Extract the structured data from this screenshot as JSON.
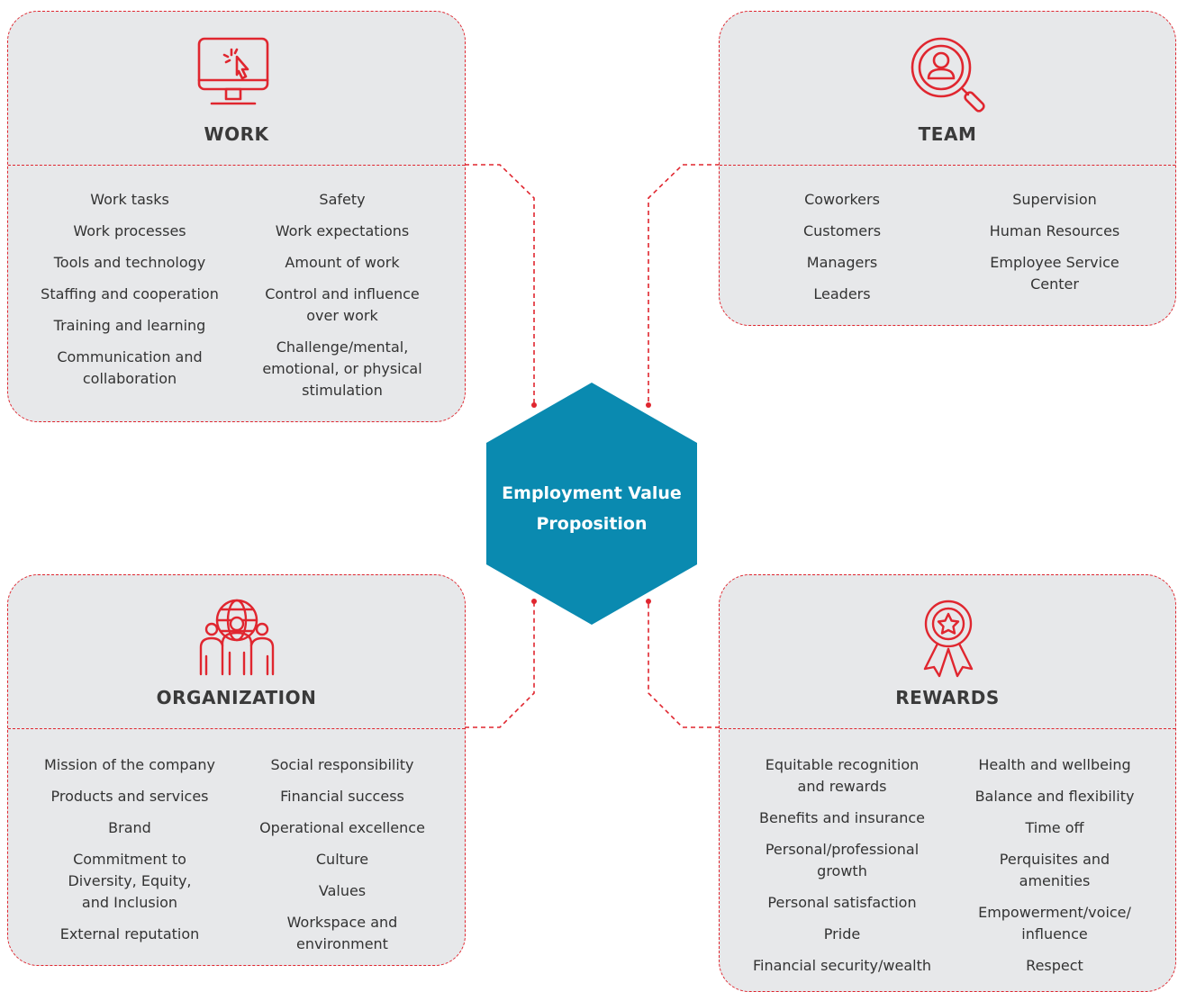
{
  "center": {
    "line1": "Employment Value",
    "line2": "Proposition"
  },
  "colors": {
    "accent": "#e0262f",
    "hexagon": "#0a8ab0",
    "panel_bg": "#e7e8ea"
  },
  "panels": {
    "work": {
      "title": "WORK",
      "icon": "computer-cursor-click-icon",
      "left": [
        "Work tasks",
        "Work processes",
        "Tools and technology",
        "Staffing and cooperation",
        "Training and learning",
        "Communication and collaboration"
      ],
      "right": [
        "Safety",
        "Work expectations",
        "Amount of work",
        "Control and influence over work",
        "Challenge/mental, emotional, or physical stimulation"
      ]
    },
    "team": {
      "title": "TEAM",
      "icon": "magnifier-person-icon",
      "left": [
        "Coworkers",
        "Customers",
        "Managers",
        "Leaders"
      ],
      "right": [
        "Supervision",
        "Human Resources",
        "Employee Service Center"
      ]
    },
    "organization": {
      "title": "ORGANIZATION",
      "icon": "globe-people-icon",
      "left": [
        "Mission of the company",
        "Products and services",
        "Brand",
        "Commitment to Diversity, Equity, and Inclusion",
        "External reputation"
      ],
      "right": [
        "Social responsibility",
        "Financial success",
        "Operational excellence",
        "Culture",
        "Values",
        "Workspace and environment"
      ]
    },
    "rewards": {
      "title": "REWARDS",
      "icon": "award-ribbon-icon",
      "left": [
        "Equitable recognition and rewards",
        "Benefits and insurance",
        "Personal/professional growth",
        "Personal satisfaction",
        "Pride",
        "Financial security/wealth"
      ],
      "right": [
        "Health and wellbeing",
        "Balance and flexibility",
        "Time off",
        "Perquisites and amenities",
        "Empowerment/voice/ influence",
        "Respect"
      ]
    }
  }
}
